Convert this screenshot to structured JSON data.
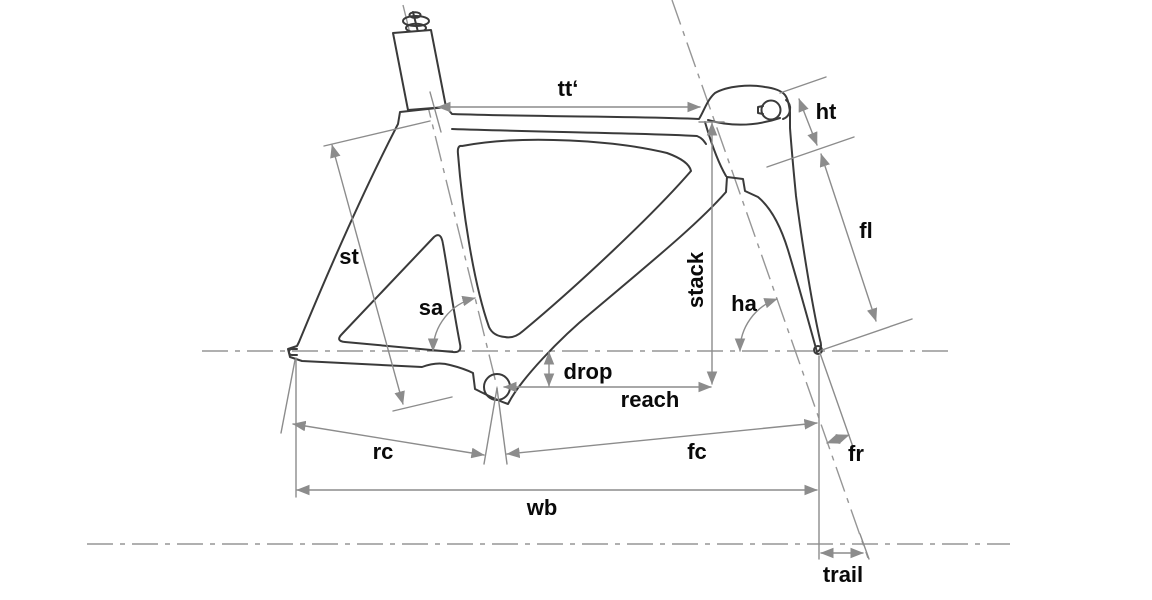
{
  "labels": {
    "tt": "tt‘",
    "ht": "ht",
    "fl": "fl",
    "st": "st",
    "sa": "sa",
    "stack": "stack",
    "ha": "ha",
    "drop": "drop",
    "reach": "reach",
    "rc": "rc",
    "fc": "fc",
    "fr": "fr",
    "wb": "wb",
    "trail": "trail"
  },
  "colors": {
    "frame_line": "#3a3a3a",
    "dimension_line": "#8c8c8c",
    "centerline": "#969696",
    "label_text": "#0a0a0a",
    "background": "#ffffff"
  }
}
